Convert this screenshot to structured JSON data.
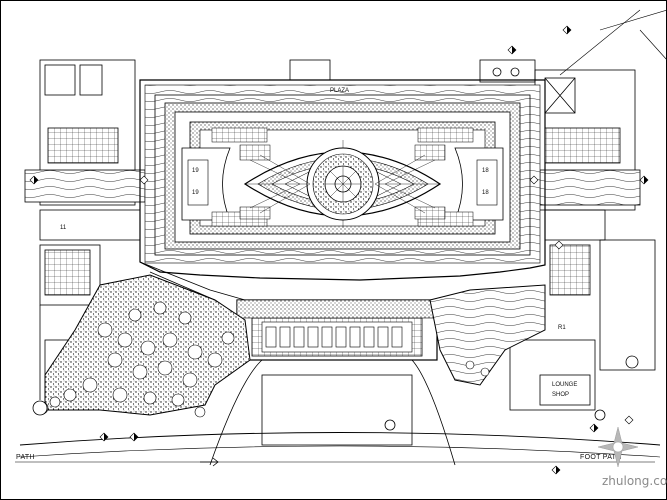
{
  "drawing": {
    "labels": {
      "foot_path_left": "PATH",
      "foot_path_right": "FOOT PATH",
      "plaza_top": "PLAZA",
      "east_room_1": "LOUNGE",
      "east_room_2": "SHOP",
      "small_label_a": "19",
      "small_label_b": "19",
      "small_label_c": "18",
      "small_label_d": "18",
      "small_label_e": "11",
      "small_label_f": "R1"
    },
    "watermark": {
      "text": "zhulong.com",
      "logo": "zhulong-logo"
    }
  }
}
